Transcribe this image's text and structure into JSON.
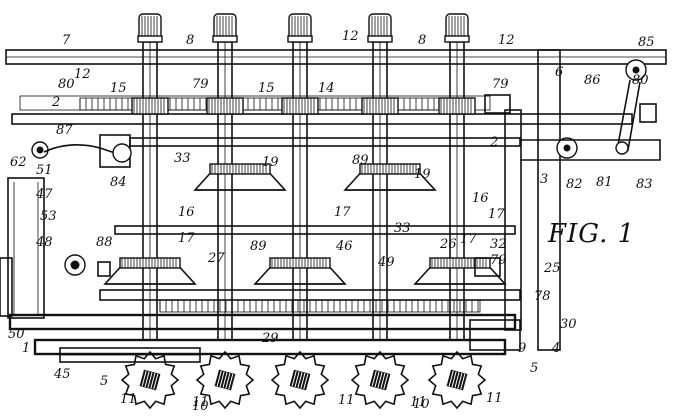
{
  "figure_caption": "FIG. 1",
  "reference_numerals": [
    "1",
    "2",
    "2",
    "3",
    "4",
    "5",
    "5",
    "6",
    "7",
    "8",
    "8",
    "9",
    "10",
    "10",
    "11",
    "11",
    "11",
    "11",
    "11",
    "12",
    "12",
    "12",
    "14",
    "15",
    "15",
    "16",
    "16",
    "17",
    "17",
    "17",
    "17",
    "19",
    "19",
    "25",
    "26",
    "27",
    "29",
    "30",
    "32",
    "33",
    "33",
    "45",
    "46",
    "47",
    "48",
    "49",
    "50",
    "51",
    "53",
    "62",
    "78",
    "79",
    "79",
    "79",
    "80",
    "80",
    "81",
    "82",
    "83",
    "84",
    "85",
    "86",
    "87",
    "88",
    "89",
    "89"
  ]
}
